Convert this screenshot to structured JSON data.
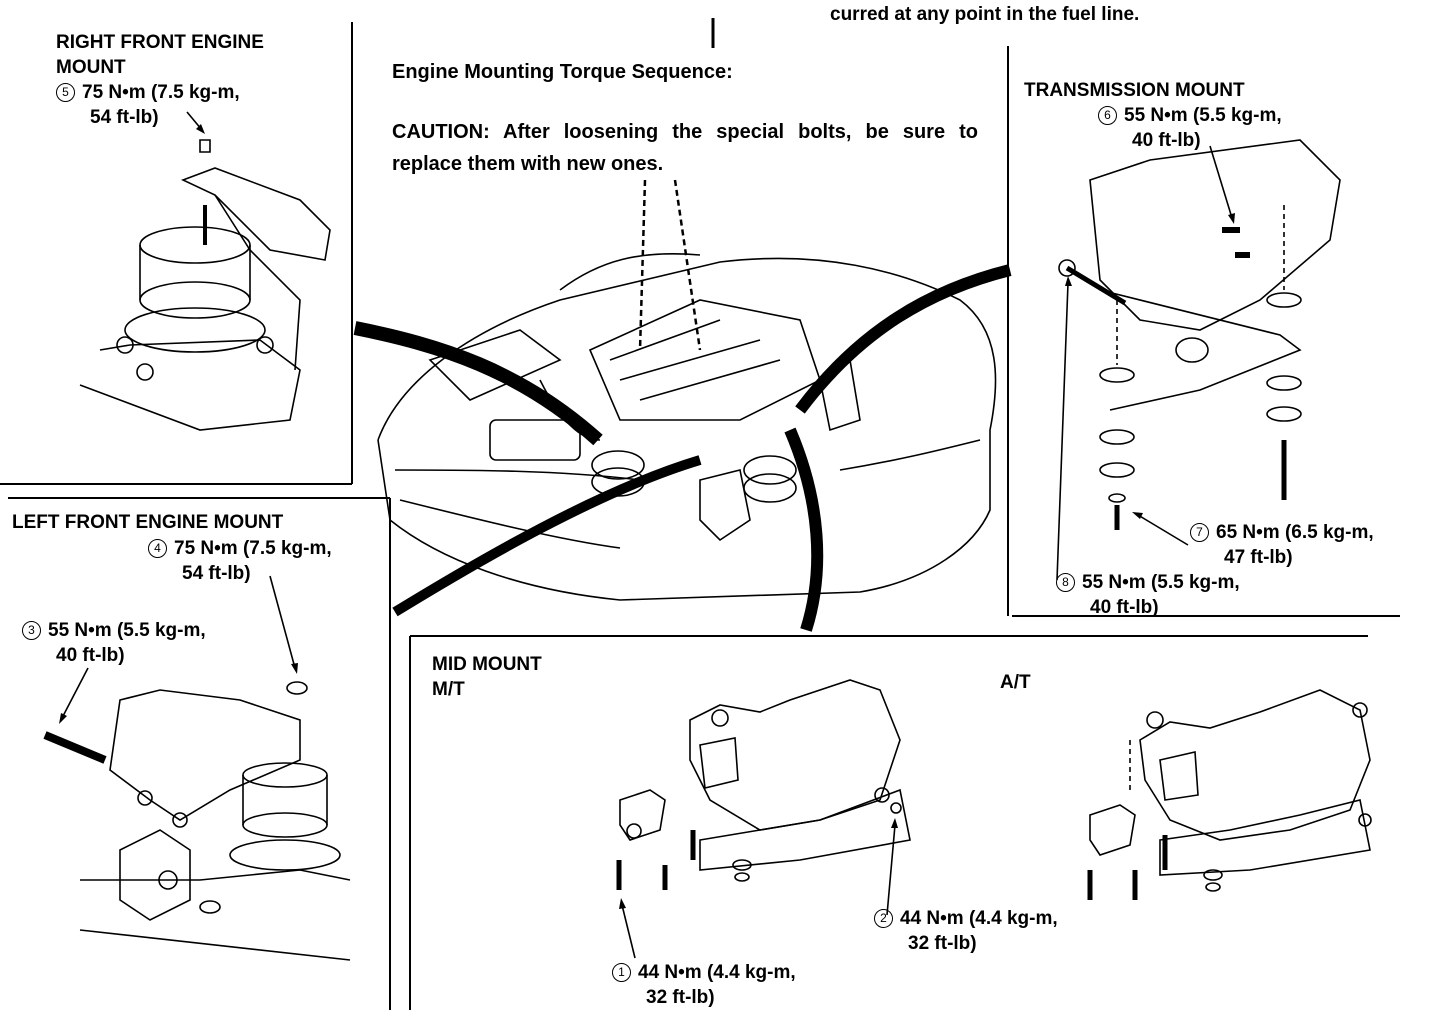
{
  "header": {
    "top_fragment": "curred at any point in the fuel line."
  },
  "title": "Engine Mounting Torque Sequence:",
  "caution": "CAUTION: After loosening the special bolts, be sure to replace them with new ones.",
  "mounts": {
    "right_front": {
      "title_1": "RIGHT FRONT ENGINE",
      "title_2": "MOUNT",
      "num": "5",
      "torque_1": "75 N•m (7.5 kg-m,",
      "torque_2": "54 ft-lb)"
    },
    "left_front": {
      "title": "LEFT FRONT ENGINE MOUNT",
      "a": {
        "num": "4",
        "torque_1": "75 N•m (7.5 kg-m,",
        "torque_2": "54 ft-lb)"
      },
      "b": {
        "num": "3",
        "torque_1": "55 N•m (5.5 kg-m,",
        "torque_2": "40 ft-lb)"
      }
    },
    "transmission": {
      "title": "TRANSMISSION MOUNT",
      "a": {
        "num": "6",
        "torque_1": "55 N•m (5.5 kg-m,",
        "torque_2": "40 ft-lb)"
      },
      "b": {
        "num": "7",
        "torque_1": "65 N•m (6.5 kg-m,",
        "torque_2": "47 ft-lb)"
      },
      "c": {
        "num": "8",
        "torque_1": "55 N•m (5.5 kg-m,",
        "torque_2": "40 ft-lb)"
      }
    },
    "mid": {
      "title": "MID MOUNT",
      "mt": "M/T",
      "at": "A/T",
      "a": {
        "num": "1",
        "torque_1": "44 N•m (4.4 kg-m,",
        "torque_2": "32 ft-lb)"
      },
      "b": {
        "num": "2",
        "torque_1": "44 N•m (4.4 kg-m,",
        "torque_2": "32 ft-lb)"
      }
    }
  },
  "icons": [
    "engine-illustration",
    "mount-illustration",
    "leader-arrow"
  ]
}
